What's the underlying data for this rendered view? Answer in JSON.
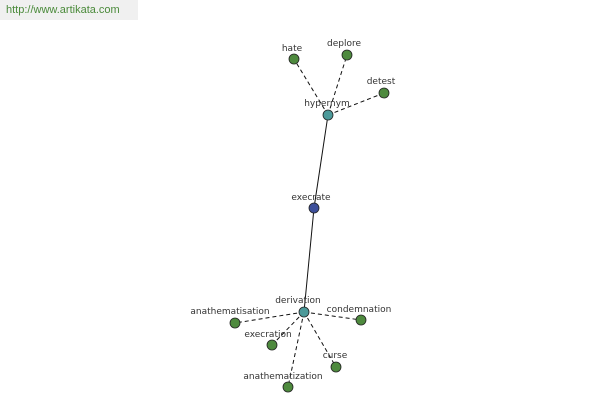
{
  "banner": {
    "url_text": "http://www.artikata.com"
  },
  "colors": {
    "center_node": "#3d4f9a",
    "hub_node": "#4c9a9a",
    "leaf_node": "#4e8a3e",
    "edge": "#111111",
    "banner_text": "#4a8a3a",
    "banner_bg": "#f0f0f0"
  },
  "graph": {
    "center": {
      "id": "execrate",
      "label": "execrate"
    },
    "hubs": [
      {
        "id": "hypernym",
        "label": "hypernym"
      },
      {
        "id": "derivation",
        "label": "derivation"
      }
    ],
    "leaves": [
      {
        "id": "hate",
        "label": "hate",
        "hub": "hypernym"
      },
      {
        "id": "deplore",
        "label": "deplore",
        "hub": "hypernym"
      },
      {
        "id": "detest",
        "label": "detest",
        "hub": "hypernym"
      },
      {
        "id": "anathematisation",
        "label": "anathematisation",
        "hub": "derivation"
      },
      {
        "id": "condemnation",
        "label": "condemnation",
        "hub": "derivation"
      },
      {
        "id": "execration",
        "label": "execration",
        "hub": "derivation"
      },
      {
        "id": "curse",
        "label": "curse",
        "hub": "derivation"
      },
      {
        "id": "anathematization",
        "label": "anathematization",
        "hub": "derivation"
      }
    ]
  }
}
